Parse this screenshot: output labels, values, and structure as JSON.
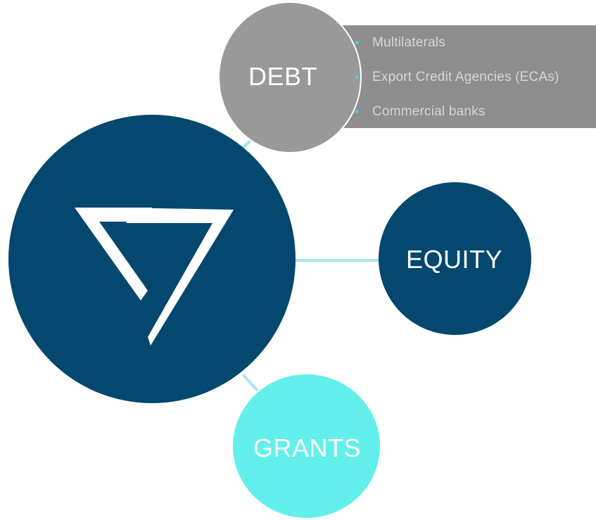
{
  "diagram": {
    "nodes": {
      "debt": {
        "label": "DEBT"
      },
      "equity": {
        "label": "EQUITY"
      },
      "grants": {
        "label": "GRANTS"
      },
      "center": {
        "icon": "v7-logo-icon"
      }
    },
    "debt_sources": [
      "Multilaterals",
      "Export Credit Agencies (ECAs)",
      "Commercial banks"
    ]
  },
  "colors": {
    "navy": "#04476f",
    "gray": "#999999",
    "panel_gray": "#8e8e8e",
    "cyan": "#63f0ec",
    "connector": "#a9e5ee",
    "bullet": "#4dd0dd"
  }
}
